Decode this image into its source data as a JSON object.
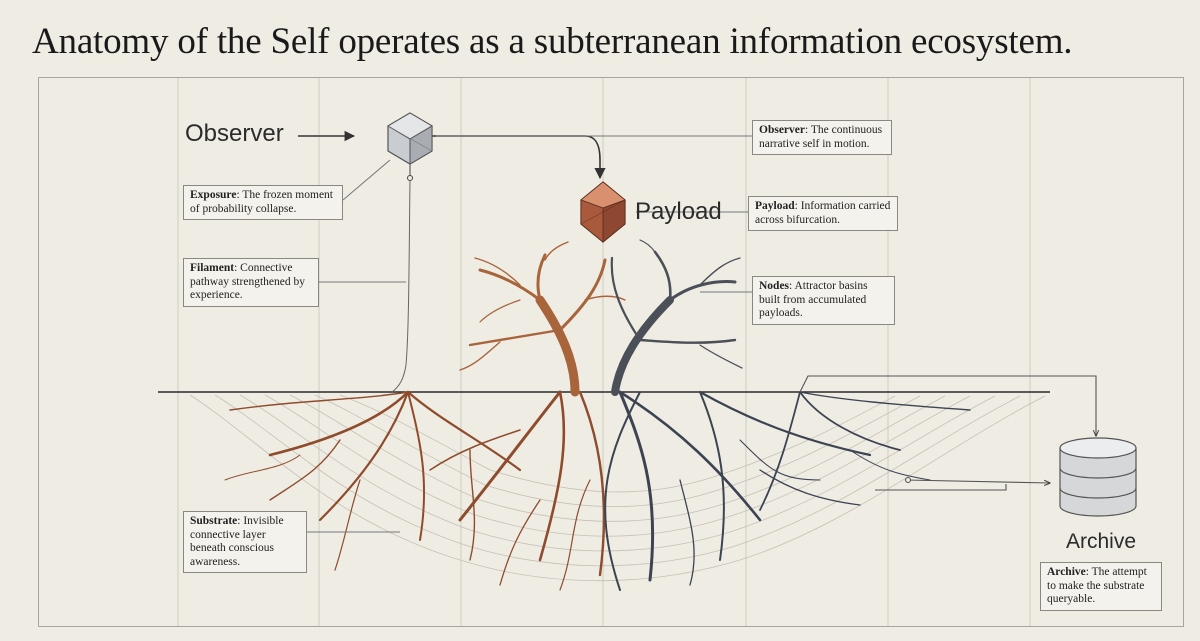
{
  "title": "Anatomy of the Self operates as a subterranean information ecosystem.",
  "labels": {
    "observer": "Observer",
    "payload": "Payload",
    "archive": "Archive"
  },
  "callouts": {
    "observer": {
      "term": "Observer",
      "text": ": The continuous narrative self in motion."
    },
    "exposure": {
      "term": "Exposure",
      "text": ": The frozen moment of probability collapse."
    },
    "payload": {
      "term": "Payload",
      "text": ": Information carried across bifurcation."
    },
    "filament": {
      "term": "Filament",
      "text": ": Connective pathway strengthened by experience."
    },
    "nodes": {
      "term": "Nodes",
      "text": ": Attractor basins built from accumulated payloads."
    },
    "substrate": {
      "term": "Substrate",
      "text": ": Invisible connective layer beneath conscious awareness."
    },
    "archive": {
      "term": "Archive",
      "text": ": The attempt to make the substrate queryable."
    }
  },
  "colors": {
    "background": "#efece4",
    "frame": "#a9a59b",
    "copper": "#8a4a2a",
    "sienna": "#a8643a",
    "slate": "#3c4452",
    "line": "#5a5a5a"
  },
  "icons": {
    "observer": "cube-icon",
    "payload": "polyhedron-icon",
    "archive": "database-icon"
  }
}
